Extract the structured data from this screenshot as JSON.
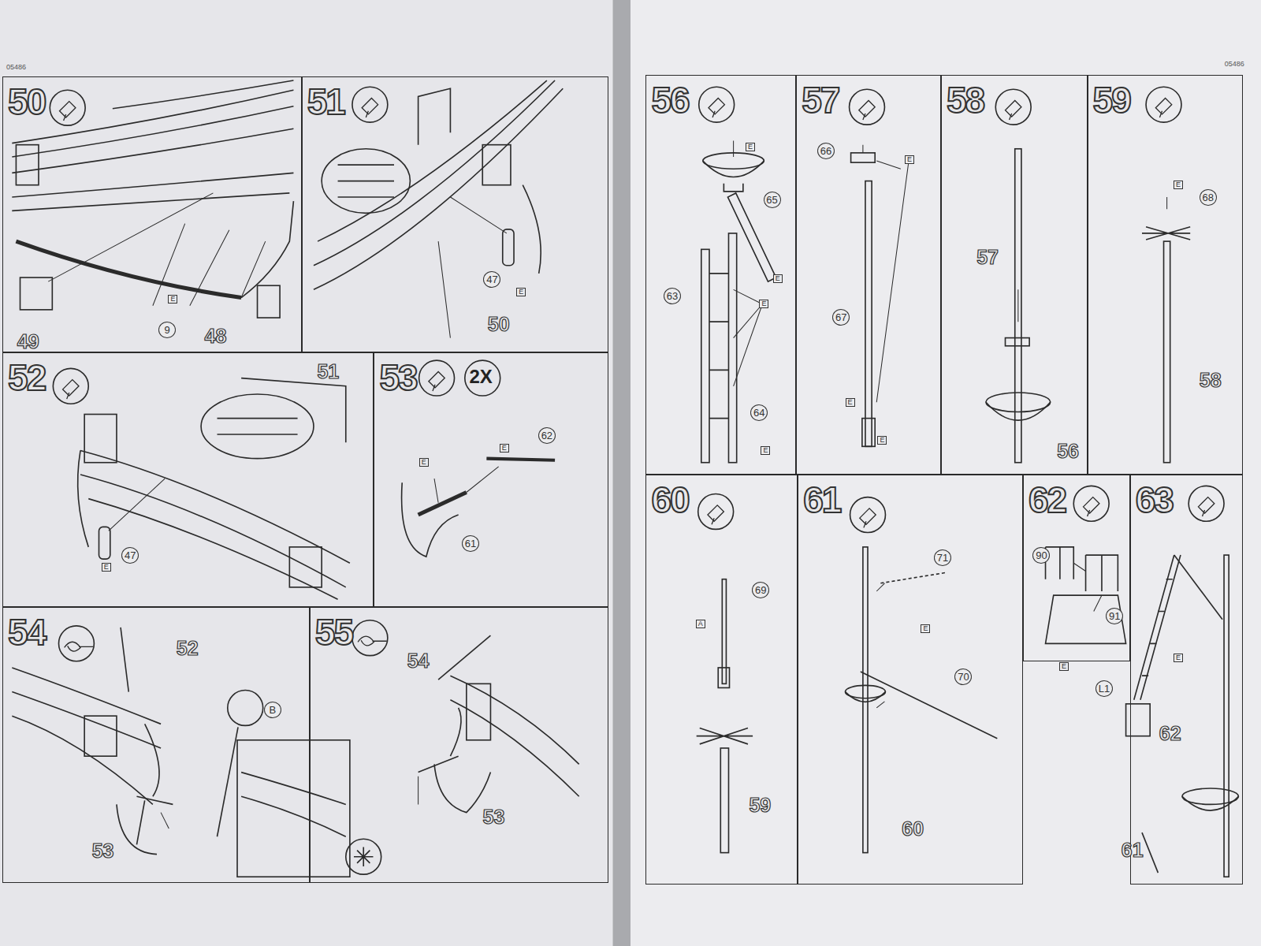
{
  "diagram": {
    "nodes": [
      {
        "text": [
          "50"
        ]
      },
      {
        "text": [
          "51"
        ]
      },
      {
        "text": [
          "52"
        ]
      },
      {
        "text": [
          "53",
          "2X"
        ]
      },
      {
        "text": [
          "54"
        ]
      },
      {
        "text": [
          "55"
        ]
      },
      {
        "text": [
          "56"
        ]
      },
      {
        "text": [
          "57"
        ]
      },
      {
        "text": [
          "58"
        ]
      },
      {
        "text": [
          "59"
        ]
      },
      {
        "text": [
          "60"
        ]
      },
      {
        "text": [
          "61"
        ]
      },
      {
        "text": [
          "62"
        ]
      },
      {
        "text": [
          "63"
        ]
      }
    ],
    "labels": [
      "05486",
      "05486",
      "49",
      "E",
      "9",
      "48",
      "47",
      "E",
      "50",
      "51",
      "47",
      "E",
      "62",
      "E",
      "E",
      "61",
      "52",
      "B",
      "53",
      "54",
      "53",
      "E",
      "65",
      "E",
      "63",
      "E",
      "64",
      "E",
      "66",
      "E",
      "67",
      "E",
      "E",
      "57",
      "56",
      "E",
      "68",
      "58",
      "69",
      "A",
      "59",
      "71",
      "E",
      "70",
      "60",
      "90",
      "91",
      "E",
      "E",
      "L1",
      "62",
      "61"
    ]
  }
}
